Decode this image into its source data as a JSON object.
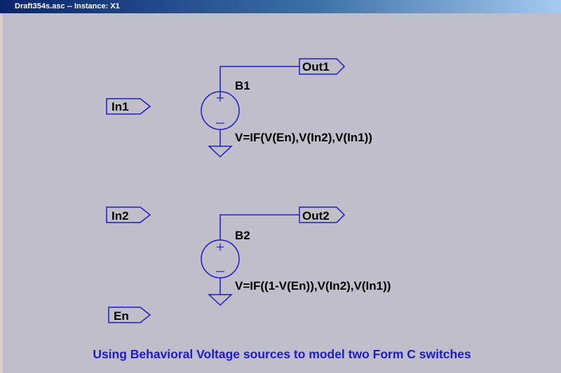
{
  "window": {
    "title": "Draft354s.asc -- Instance: X1"
  },
  "schematic": {
    "ports": {
      "in1": "In1",
      "in2": "In2",
      "en": "En",
      "out1": "Out1",
      "out2": "Out2"
    },
    "sources": [
      {
        "name": "B1",
        "value": "V=IF(V(En),V(In2),V(In1))"
      },
      {
        "name": "B2",
        "value": "V=IF((1-V(En)),V(In2),V(In1))"
      }
    ],
    "caption": "Using Behavioral Voltage sources to model two Form C switches"
  },
  "colors": {
    "wire": "#1c1ccc",
    "canvas": "#c0bec8",
    "caption": "#1a1ad8"
  }
}
